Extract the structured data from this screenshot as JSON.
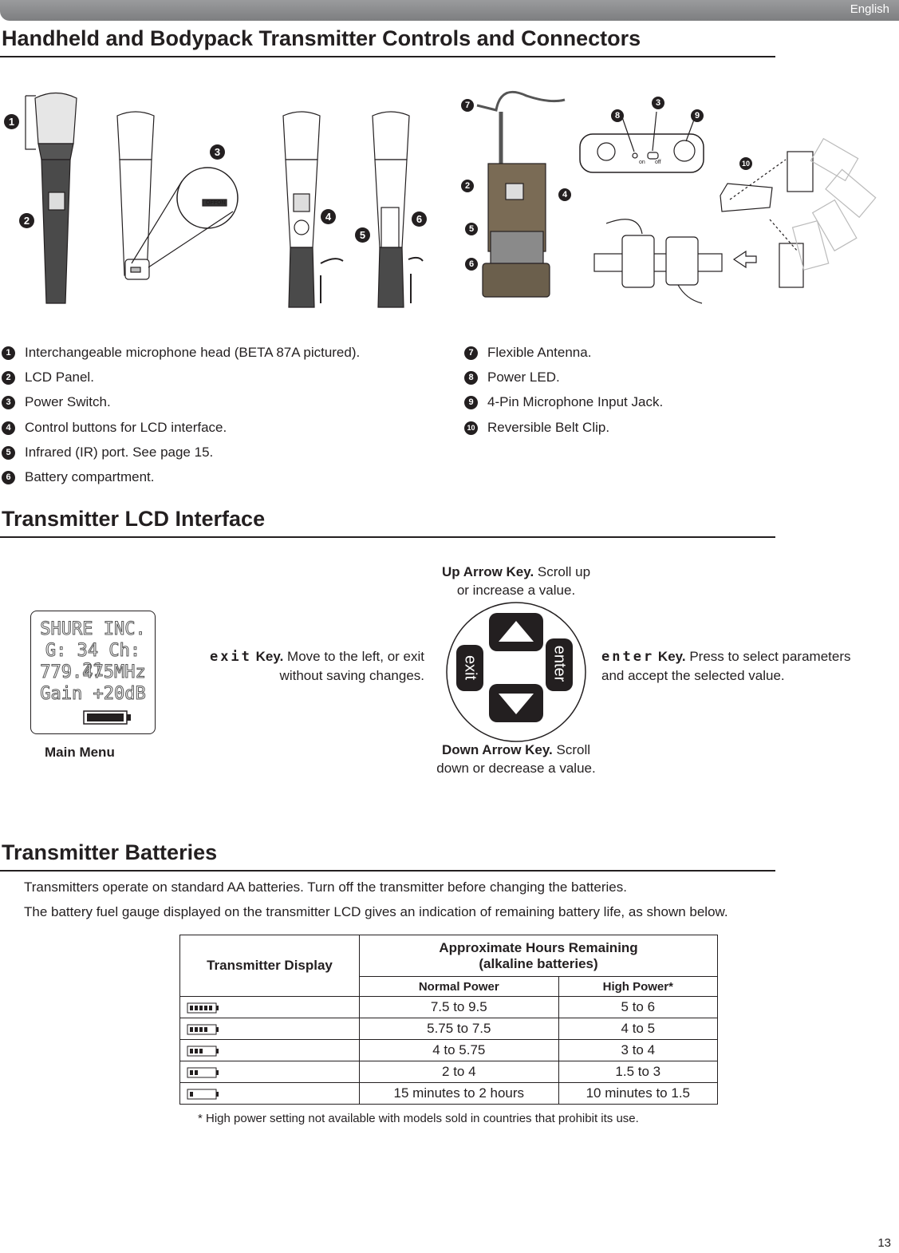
{
  "header": {
    "language": "English"
  },
  "section1": {
    "title": "Handheld and Bodypack Transmitter Controls and Connectors",
    "legend_left": [
      {
        "num": "1",
        "text": "Interchangeable microphone head (BETA 87A pictured)."
      },
      {
        "num": "2",
        "text": "LCD  Panel."
      },
      {
        "num": "3",
        "text": "Power Switch."
      },
      {
        "num": "4",
        "text": "Control buttons for LCD interface."
      },
      {
        "num": "5",
        "text": "Infrared (IR) port. See page 15."
      },
      {
        "num": "6",
        "text": "Battery compartment."
      }
    ],
    "legend_right": [
      {
        "num": "7",
        "text": "Flexible Antenna."
      },
      {
        "num": "8",
        "text": "Power LED."
      },
      {
        "num": "9",
        "text": "4-Pin Microphone Input Jack."
      },
      {
        "num": "10",
        "text": "Reversible Belt Clip."
      }
    ],
    "switch_labels": {
      "off": "OFF",
      "on": "ON",
      "on_small": "on",
      "off_small": "off"
    }
  },
  "section2": {
    "title": "Transmitter LCD Interface",
    "lcd_lines": [
      "SHURE INC.",
      "G: 34 Ch: 21",
      "779.475MHz",
      "Gain +20dB"
    ],
    "main_menu_label": "Main Menu",
    "up_key": {
      "bold": "Up Arrow Key.",
      "text1": "Scroll up",
      "text2": "or increase a value."
    },
    "down_key": {
      "bold": "Down Arrow Key.",
      "text1": "Scroll",
      "text2": "down or decrease a value."
    },
    "exit_key": {
      "mono": "exit",
      "bold": "Key.",
      "text1": "Move to the left, or exit",
      "text2": "without saving changes."
    },
    "enter_key": {
      "mono": "enter",
      "bold": "Key.",
      "text1": "Press to select parameters",
      "text2": "and accept the selected value."
    },
    "button_exit": "exit",
    "button_enter": "enter"
  },
  "section3": {
    "title": "Transmitter Batteries",
    "para1": "Transmitters operate on standard AA batteries. Turn off the transmitter before changing the batteries.",
    "para2": "The battery fuel gauge displayed on the transmitter LCD gives an indication of remaining battery life, as shown below.",
    "table": {
      "col1_header": "Transmitter Display",
      "group_header_line1": "Approximate Hours Remaining",
      "group_header_line2": "(alkaline batteries)",
      "sub_headers": [
        "Normal Power",
        "High Power*"
      ],
      "rows": [
        {
          "bars": 5,
          "normal": "7.5 to 9.5",
          "high": "5 to 6"
        },
        {
          "bars": 4,
          "normal": "5.75 to 7.5",
          "high": "4 to 5"
        },
        {
          "bars": 3,
          "normal": "4 to 5.75",
          "high": "3 to 4"
        },
        {
          "bars": 2,
          "normal": "2 to 4",
          "high": "1.5 to 3"
        },
        {
          "bars": 1,
          "normal": "15 minutes to 2 hours",
          "high": "10 minutes to 1.5"
        }
      ]
    },
    "footnote": "* High power setting not available with models sold in countries that prohibit its use."
  },
  "page_number": "13"
}
